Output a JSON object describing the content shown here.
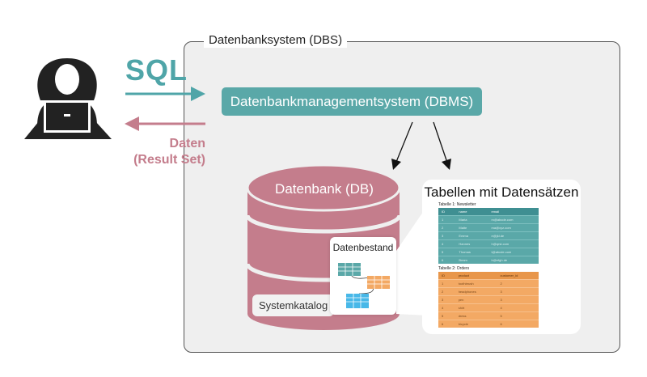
{
  "dbs": {
    "title": "Datenbanksystem (DBS)"
  },
  "sql_label": "SQL",
  "daten_label": {
    "line1": "Daten",
    "line2": "(Result Set)"
  },
  "dbms": {
    "label": "Datenbankmanagementsystem (DBMS)"
  },
  "db": {
    "label": "Datenbank (DB)",
    "systemkatalog": "Systemkatalog",
    "datenbestand": "Datenbestand"
  },
  "tables_panel": {
    "title": "Tabellen mit Datensätzen",
    "newsletter": {
      "caption": "Tabelle 1: Newsletter",
      "headers": [
        "ID",
        "name",
        "email"
      ],
      "rows": [
        [
          "1",
          "Maria",
          "m@abcde.com"
        ],
        [
          "2",
          "Malte",
          "ma@xyz.com"
        ],
        [
          "3",
          "Emma",
          "e@jkl.de"
        ],
        [
          "4",
          "Hannes",
          "h@qrst.com"
        ],
        [
          "5",
          "Thomas",
          "t@abcde.com"
        ],
        [
          "6",
          "Beam",
          "b@efgh.de"
        ]
      ]
    },
    "orders": {
      "caption": "Tabelle 2: Orders",
      "headers": [
        "ID",
        "product",
        "customer_id"
      ],
      "rows": [
        [
          "1",
          "toothbrush",
          "2"
        ],
        [
          "2",
          "headphones",
          "3"
        ],
        [
          "3",
          "pen",
          "3"
        ],
        [
          "4",
          "shirt",
          "4"
        ],
        [
          "5",
          "dress",
          "5"
        ],
        [
          "6",
          "bicycle",
          "6"
        ]
      ]
    }
  },
  "colors": {
    "teal": "#5aa8a8",
    "rose": "#c47d8c",
    "orange": "#f3a964",
    "blue": "#48b8e8"
  }
}
